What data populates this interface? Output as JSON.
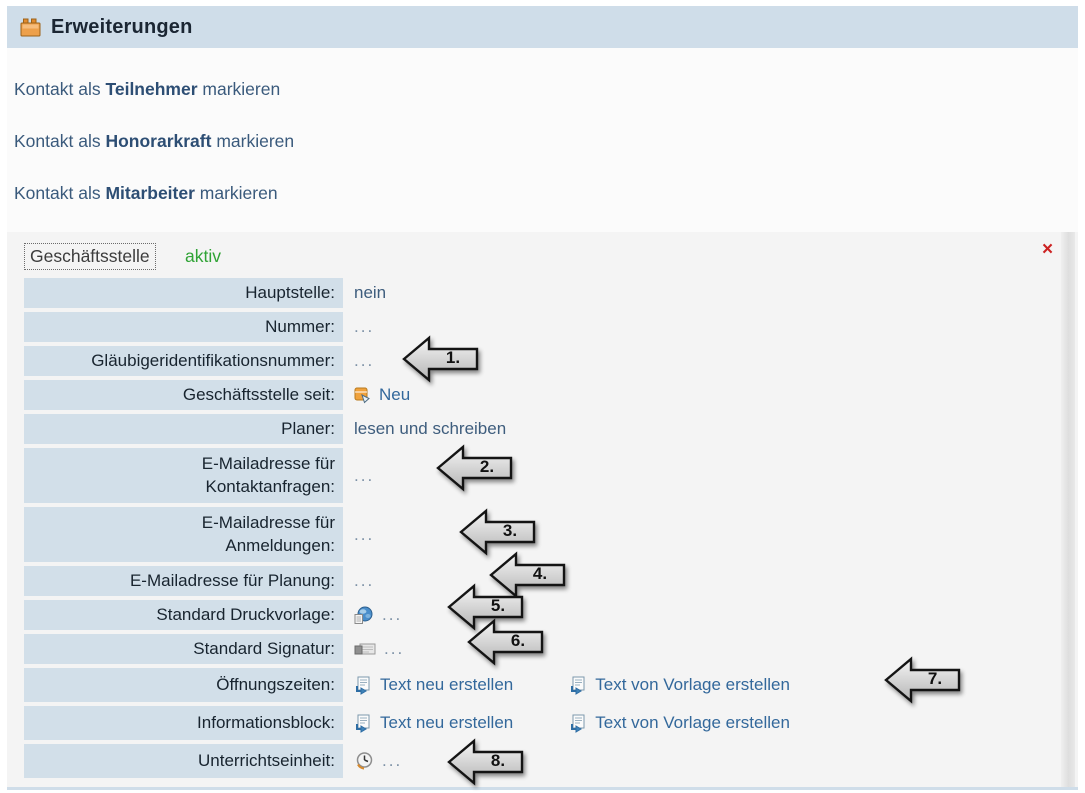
{
  "header": {
    "title": "Erweiterungen",
    "icon": "brick-icon"
  },
  "actions": [
    {
      "prefix": "Kontakt als ",
      "target": "Teilnehmer",
      "suffix": " markieren"
    },
    {
      "prefix": "Kontakt als ",
      "target": "Honorarkraft",
      "suffix": " markieren"
    },
    {
      "prefix": "Kontakt als ",
      "target": "Mitarbeiter",
      "suffix": " markieren"
    }
  ],
  "section": {
    "title": "Geschäftsstelle",
    "status": "aktiv",
    "close": "×",
    "rows": [
      {
        "label": "Hauptstelle:",
        "value": "nein"
      },
      {
        "label": "Nummer:",
        "value": "..."
      },
      {
        "label": "Gläubigeridentifikationsnummer:",
        "value": "..."
      },
      {
        "label": "Geschäftsstelle seit:",
        "link": "Neu",
        "icon": "new-record-icon"
      },
      {
        "label": "Planer:",
        "value": "lesen und schreiben"
      },
      {
        "label": "E-Mailadresse für Kontaktanfragen:",
        "value": "..."
      },
      {
        "label": "E-Mailadresse für Anmeldungen:",
        "value": "..."
      },
      {
        "label": "E-Mailadresse für Planung:",
        "value": "..."
      },
      {
        "label": "Standard Druckvorlage:",
        "value": "...",
        "icon": "globe-document-icon"
      },
      {
        "label": "Standard Signatur:",
        "value": "...",
        "icon": "signature-icon"
      },
      {
        "label": "Öffnungszeiten:",
        "icon": "text-document-icon",
        "links": [
          "Text neu erstellen",
          "Text von Vorlage erstellen"
        ]
      },
      {
        "label": "Informationsblock:",
        "icon": "text-document-icon",
        "links": [
          "Text neu erstellen",
          "Text von Vorlage erstellen"
        ]
      },
      {
        "label": "Unterrichtseinheit:",
        "value": "...",
        "icon": "clock-icon"
      }
    ],
    "arrows": [
      {
        "n": "1."
      },
      {
        "n": "2."
      },
      {
        "n": "3."
      },
      {
        "n": "4."
      },
      {
        "n": "5."
      },
      {
        "n": "6."
      },
      {
        "n": "7."
      },
      {
        "n": "8."
      }
    ]
  },
  "colors": {
    "header_bg": "#cfdde9",
    "label_cell_bg": "#d2dfe9",
    "link_blue": "#33689b",
    "status_green": "#2fa335",
    "close_red": "#cc2222",
    "arrow_fill_top": "#f5f5f5",
    "arrow_fill_bottom": "#b5b5b5"
  }
}
